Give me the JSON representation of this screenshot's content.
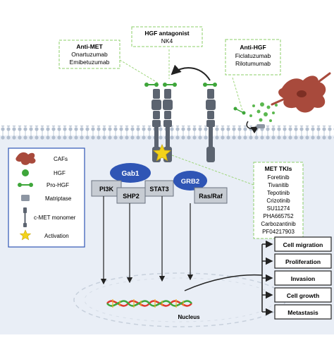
{
  "callouts": {
    "hgf_antagonist": {
      "title": "HGF antagonist",
      "items": [
        "NK4"
      ]
    },
    "anti_met": {
      "title": "Anti-MET",
      "items": [
        "Onartuzumab",
        "Emibetuzumab"
      ]
    },
    "anti_hgf": {
      "title": "Anti-HGF",
      "items": [
        "Ficlatuzumab",
        "Rilotumumab"
      ]
    },
    "met_tkis": {
      "title": "MET TKIs",
      "items": [
        "Foretinib",
        "Tivanitib",
        "Tepotinib",
        "Crizotinib",
        "SU11274",
        "PHA665752",
        "Carbozantinib",
        "PF04217903"
      ]
    }
  },
  "legend": {
    "items": [
      {
        "icon": "caf-icon",
        "label": "CAFs"
      },
      {
        "icon": "hgf-icon",
        "label": "HGF"
      },
      {
        "icon": "pro-hgf-icon",
        "label": "Pro-HGF"
      },
      {
        "icon": "matriptase-icon",
        "label": "Matriptase"
      },
      {
        "icon": "cmet-monomer-icon",
        "label": "c-MET monomer"
      },
      {
        "icon": "activation-icon",
        "label": "Activation"
      }
    ]
  },
  "signaling": {
    "gab1": "Gab1",
    "pi3k": "PI3K",
    "shp2": "SHP2",
    "stat3": "STAT3",
    "grb2": "GRB2",
    "ras_raf": "Ras/Raf"
  },
  "nucleus_label": "Nucleus",
  "outcomes": [
    "Cell migration",
    "Proliferation",
    "Invasion",
    "Cell growth",
    "Metastasis"
  ],
  "colors": {
    "membrane": "#cdd6e2",
    "cytoplasm": "#e9eef6",
    "receptor": "#5c6470",
    "ligand": "#3ea63a",
    "caf": "#a84a3c",
    "signal_blue": "#2f55b5",
    "signal_gray": "#c7ccd3",
    "callout_border": "#8ccf6a",
    "star": "#f3d21a"
  }
}
